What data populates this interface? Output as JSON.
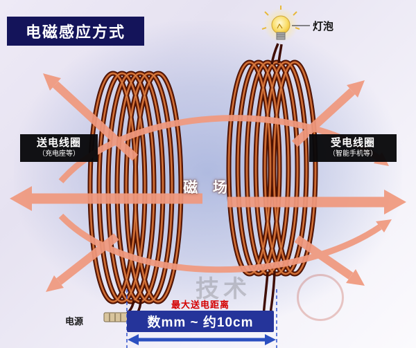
{
  "title": "电磁感应方式",
  "bulb": {
    "label": "灯泡"
  },
  "coils": {
    "left": {
      "label": "送电线圈",
      "sublabel": "（充电座等）"
    },
    "right": {
      "label": "受电线圈",
      "sublabel": "（智能手机等）"
    }
  },
  "field_label": "磁 场",
  "power": {
    "label": "电源"
  },
  "distance": {
    "caption": "最大送电距离",
    "value": "数mm ~ 约10cm"
  },
  "watermark": "技术",
  "colors": {
    "arrow_pink": "#f0997e",
    "coil_outer": "#4a1203",
    "coil_mid": "#a8441b",
    "coil_highlight": "#e08a48",
    "title_bg": "#14145a",
    "label_bg": "#0a0a0a",
    "distance_box_bg": "#25349a",
    "distance_caption": "#d40000",
    "measure_blue": "#2b4fc0",
    "bulb_yellow": "#f6c832"
  }
}
